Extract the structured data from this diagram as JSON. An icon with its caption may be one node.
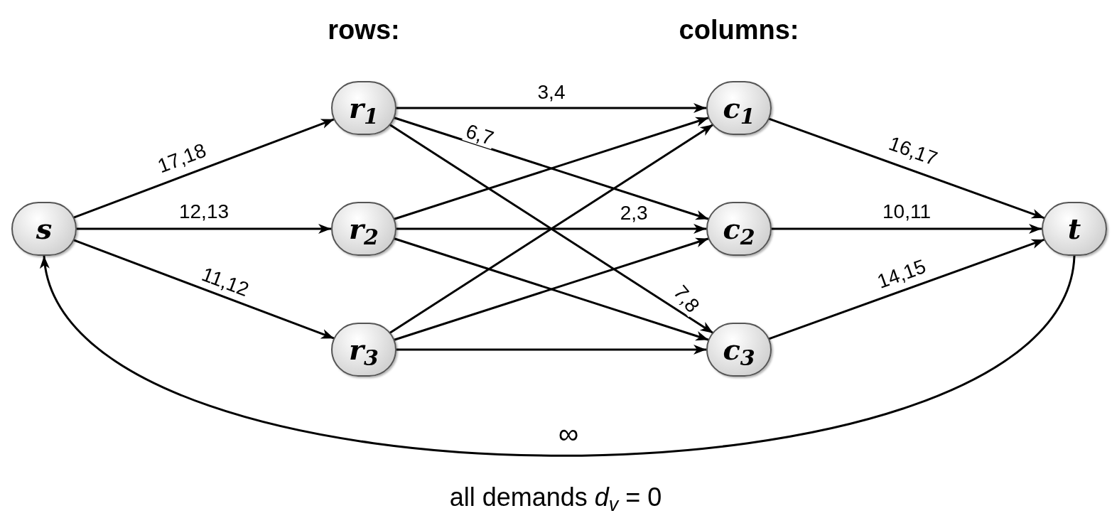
{
  "diagram": {
    "nodes": [
      {
        "text": [
          "s"
        ]
      },
      {
        "text": [
          "r$_{1}$"
        ]
      },
      {
        "text": [
          "r$_{2}$"
        ]
      },
      {
        "text": [
          "r$_{3}$"
        ]
      },
      {
        "text": [
          "c$_{1}$"
        ]
      },
      {
        "text": [
          "c$_{2}$"
        ]
      },
      {
        "text": [
          "c$_{3}$"
        ]
      },
      {
        "text": [
          "t"
        ]
      }
    ],
    "edges": [
      {
        "from": 0,
        "to": 1,
        "arrow": "to",
        "label": "17,18"
      },
      {
        "from": 0,
        "to": 2,
        "arrow": "to",
        "label": "12,13"
      },
      {
        "from": 0,
        "to": 3,
        "arrow": "to",
        "label": "11,12"
      },
      {
        "from": 1,
        "to": 4,
        "arrow": "to",
        "label": "3,4"
      },
      {
        "from": 1,
        "to": 5,
        "arrow": "to",
        "label": "6,7"
      },
      {
        "from": 1,
        "to": 6,
        "arrow": "to",
        "label": "7,8"
      },
      {
        "from": 2,
        "to": 4,
        "arrow": "to"
      },
      {
        "from": 2,
        "to": 5,
        "arrow": "to",
        "label": "2,3"
      },
      {
        "from": 2,
        "to": 6,
        "arrow": "to"
      },
      {
        "from": 3,
        "to": 4,
        "arrow": "to"
      },
      {
        "from": 3,
        "to": 5,
        "arrow": "to"
      },
      {
        "from": 3,
        "to": 6,
        "arrow": "to"
      },
      {
        "from": 4,
        "to": 7,
        "arrow": "to",
        "label": "16,17"
      },
      {
        "from": 5,
        "to": 7,
        "arrow": "to",
        "label": "10,11"
      },
      {
        "from": 6,
        "to": 7,
        "arrow": "to",
        "label": "14,15"
      },
      {
        "from": 7,
        "to": 0,
        "arrow": "to",
        "label": "∞"
      }
    ],
    "labels": [
      "rows:",
      "columns:",
      "all demands *d*$_{v}$ = 0"
    ]
  }
}
